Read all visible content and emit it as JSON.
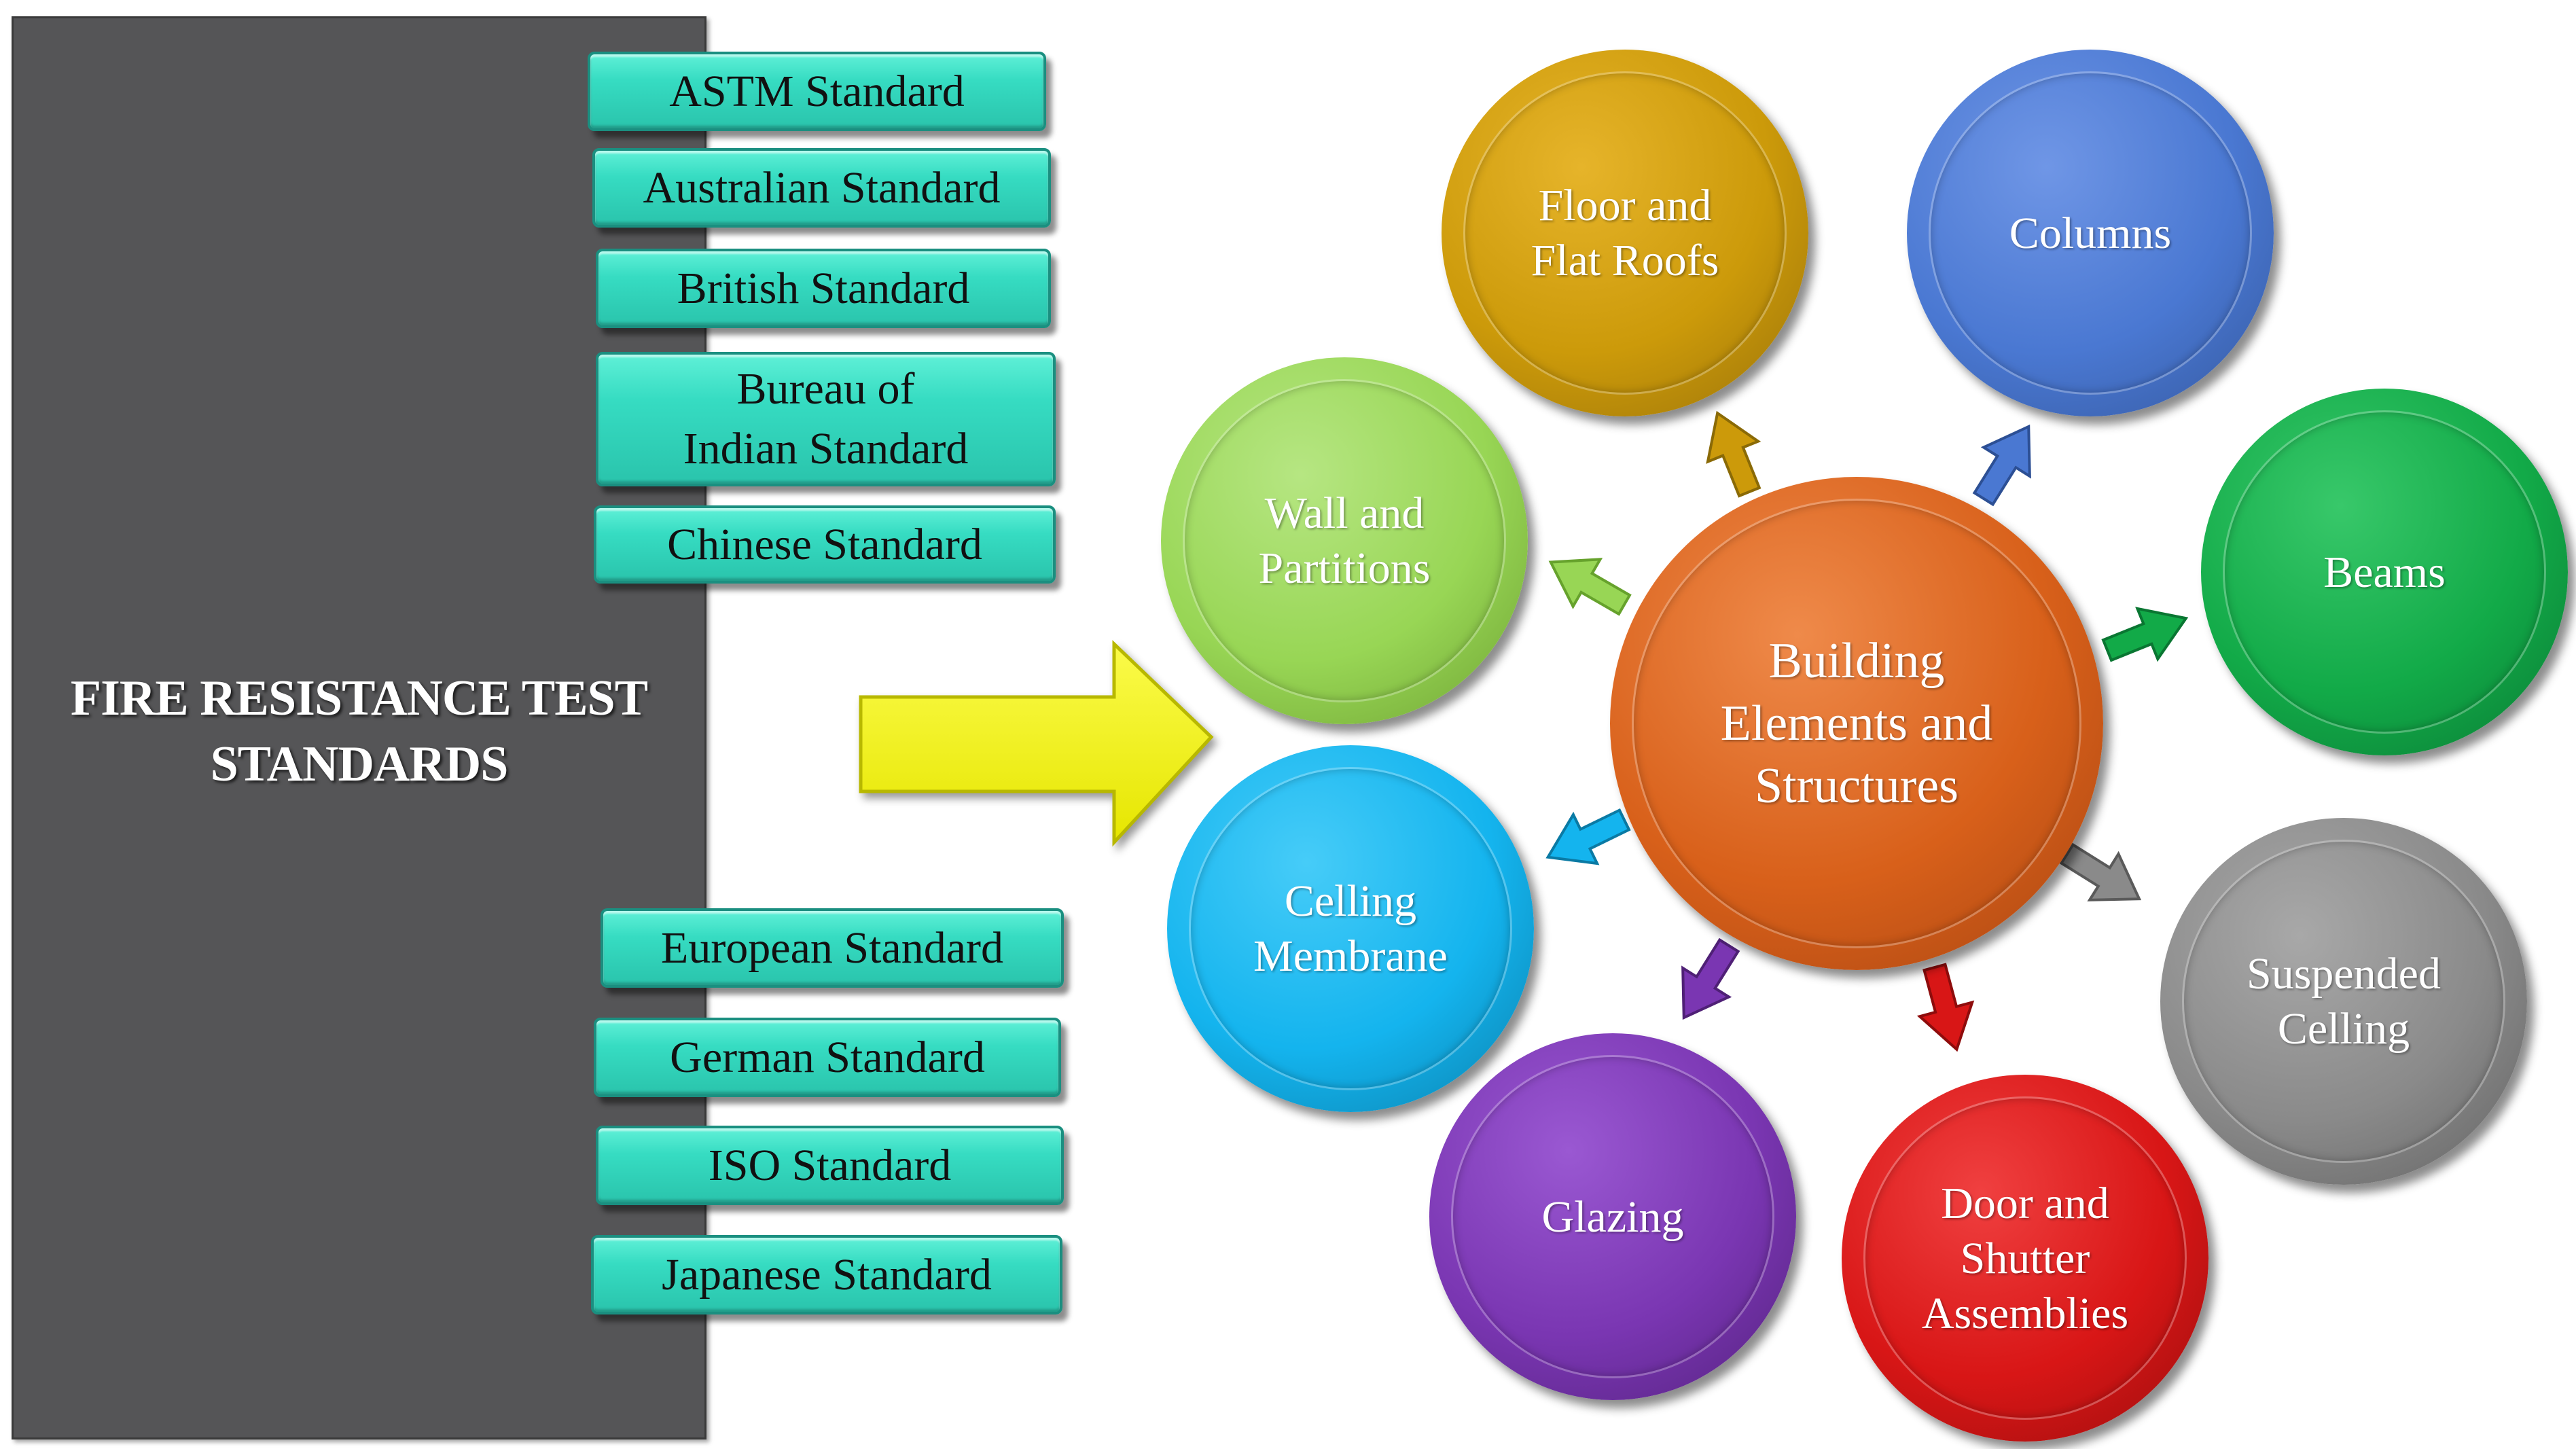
{
  "title": "FIRE RESISTANCE TEST\nSTANDARDS",
  "standards": [
    "ASTM Standard",
    "Australian Standard",
    "British Standard",
    "Bureau of\nIndian Standard",
    "Chinese Standard",
    "European Standard",
    "German Standard",
    "ISO Standard",
    "Japanese Standard"
  ],
  "center": {
    "label": "Building\nElements and\nStructures",
    "color": "#d8601a"
  },
  "elements": [
    {
      "label": "Floor and\nFlat Roofs",
      "color": "#cc9a0a"
    },
    {
      "label": "Columns",
      "color": "#4a78d2"
    },
    {
      "label": "Beams",
      "color": "#12aa48"
    },
    {
      "label": "Suspended\nCelling",
      "color": "#8a8a8a"
    },
    {
      "label": "Door and\nShutter\nAssemblies",
      "color": "#d81616"
    },
    {
      "label": "Glazing",
      "color": "#7a36b2"
    },
    {
      "label": "Celling\nMembrane",
      "color": "#14b4ee"
    },
    {
      "label": "Wall and\nPartitions",
      "color": "#98d655"
    }
  ],
  "colors": {
    "panel": "#555557",
    "standard_box": "#36dcc2",
    "big_arrow": "#f4f400"
  }
}
